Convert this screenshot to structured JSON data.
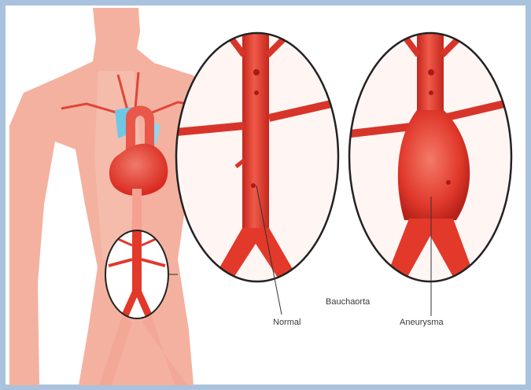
{
  "labels": {
    "bauchaorta": "Bauchaorta",
    "normal": "Normal",
    "aneurysma": "Aneurysma"
  },
  "colors": {
    "skin": "#f4b19f",
    "skin_light": "#f7c4b4",
    "artery": "#e23a2c",
    "artery_dark": "#b4201a",
    "heart": "#e5352a",
    "vein_blue": "#6fc7e6",
    "frame": "#a9c2dd"
  }
}
